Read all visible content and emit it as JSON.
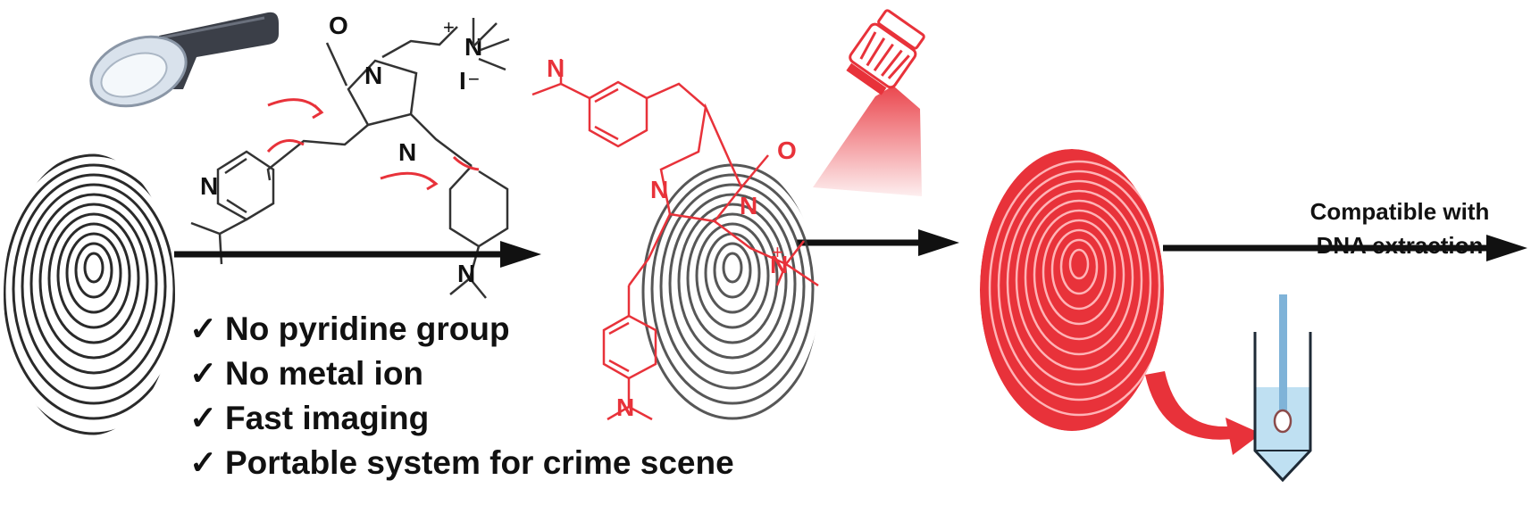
{
  "benefits": {
    "check_glyph": "✓",
    "items": [
      "No pyridine group",
      "No metal ion",
      "Fast imaging",
      "Portable system for crime scene"
    ]
  },
  "compatibility": {
    "line1": "Compatible with",
    "line2": "DNA extraction"
  },
  "molecule_labels": {
    "oxygen": "O",
    "nitrogen": "N",
    "iodide": "I",
    "plus": "+",
    "minus": "−"
  },
  "colors": {
    "arrow": "#111111",
    "dye_red": "#e8323a",
    "structure_gray": "#333333",
    "fingerprint_gray": "#2a2a2a",
    "tube_liquid": "#bfe0f2"
  },
  "icons": [
    "uv-flashlight-icon",
    "red-lamp-icon",
    "fingerprint-gray-icon",
    "fingerprint-stained-icon",
    "fingerprint-red-icon",
    "tube-icon",
    "curved-arrow-icon"
  ]
}
